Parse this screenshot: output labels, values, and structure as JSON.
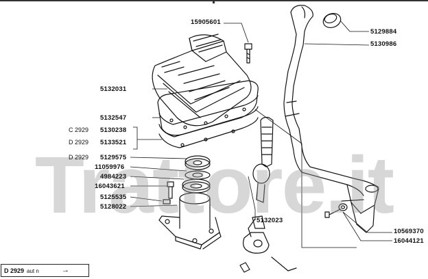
{
  "labels": {
    "p15905601": "15905601",
    "p5129884": "5129884",
    "p5130986": "5130986",
    "p5132031": "5132031",
    "p5132547": "5132547",
    "p5130238": "5130238",
    "p5133521": "5133521",
    "p5129575": "5129575",
    "p11059976": "11059976",
    "p4984223": "4984223",
    "p16043621": "16043621",
    "p5125535": "5125535",
    "p5128022": "5128022",
    "p5132023": "5132023",
    "p10569370": "10569370",
    "p16044121": "16044121"
  },
  "variants": {
    "c2929": "C 2929",
    "d2929_a": "D 2929",
    "d2929_b": "D 2929"
  },
  "watermark": "Trattore.it",
  "footer": {
    "code": "D 2929",
    "note": "aut n",
    "arrow": "→"
  },
  "colors": {
    "line": "#111111",
    "watermark": "#969696"
  }
}
